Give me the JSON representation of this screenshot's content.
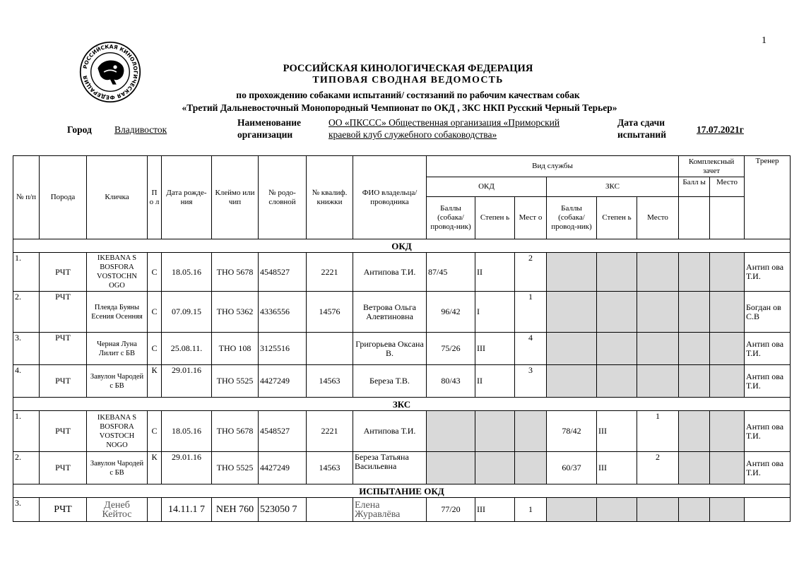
{
  "page_number": "1",
  "seal_text": "РОССИЙСКАЯ КИНОЛОГИЧЕСКАЯ ФЕДЕРАЦИЯ",
  "header": {
    "org": "РОССИЙСКАЯ КИНОЛОГИЧЕСКАЯ ФЕДЕРАЦИЯ",
    "doc_type": "ТИПОВАЯ СВОДНАЯ ВЕДОМОСТЬ",
    "subtitle": "по прохождению собаками испытаний/ состязаний по рабочим качествам собак",
    "event": "«Третий Дальневосточный Монопородный Чемпионат по ОКД , ЗКС НКП Русский Черный Терьер»"
  },
  "info": {
    "city_label": "Город",
    "city_value": "Владивосток",
    "org_label_1": "Наименование",
    "org_label_2": "организации",
    "org_value_1": "ОО «ПКССС» Общественная организация «Приморский",
    "org_value_2": "краевой клуб служебного собаководства»",
    "date_label_1": "Дата сдачи",
    "date_label_2": "испытаний",
    "date_value": "17.07.2021г"
  },
  "columns": {
    "num": "№ п/п",
    "breed": "Порода",
    "name": "Кличка",
    "sex": "П о л",
    "dob": "Дата рожде-ния",
    "brand": "Клеймо или чип",
    "pedigree": "№ родо-словной",
    "book": "№ квалиф. книжки",
    "owner": "ФИО владельца/ проводника",
    "service": "Вид службы",
    "okd": "ОКД",
    "zks": "ЗКС",
    "score": "Баллы (собака/ провод-ник)",
    "degree": "Степен ь",
    "place_okd": "Мест о",
    "place_zks": "Место",
    "complex": "Комплексный зачет",
    "complex_score": "Балл ы",
    "complex_place": "Место",
    "trainer": "Тренер"
  },
  "sections": [
    {
      "title": "ОКД",
      "kind": "okd",
      "rows": [
        {
          "num": "1.",
          "breed": "РЧТ",
          "name": "IKEBANA S BOSFORA VOSTOCHN OGO",
          "sex": "С",
          "dob": "18.05.16",
          "brand": "ТНО 5678",
          "pedigree": "4548527",
          "book": "2221",
          "owner": "Антипова Т.И.",
          "score": "87/45",
          "degree": "II",
          "place": "2",
          "trainer": "Антип ова Т.И."
        },
        {
          "num": "2.",
          "breed": "РЧТ",
          "name": "Плеяда Буяны Есения Осенняя",
          "sex": "С",
          "dob": "07.09.15",
          "brand": "ТНО 5362",
          "pedigree": "4336556",
          "book": "14576",
          "owner": "Ветрова Ольга Алевтиновна",
          "score": "96/42",
          "degree": "I",
          "place": "1",
          "trainer": "Богдан ов С.В"
        },
        {
          "num": "3.",
          "breed": "РЧТ",
          "name": "Черная Луна Лилит с БВ",
          "sex": "С",
          "dob": "25.08.11.",
          "brand": "ТНО 108",
          "pedigree": "3125516",
          "book": "",
          "owner": "Григорьева Оксана В.",
          "score": "75/26",
          "degree": "III",
          "place": "4",
          "trainer": "Антип ова Т.И."
        },
        {
          "num": "4.",
          "breed": "РЧТ",
          "name": "Завулон Чародей с БВ",
          "sex": "К",
          "dob": "29.01.16",
          "brand": "ТНО 5525",
          "pedigree": "4427249",
          "book": "14563",
          "owner": "Береза Т.В.",
          "score": "80/43",
          "degree": "II",
          "place": "3",
          "trainer": "Антип ова Т.И."
        }
      ]
    },
    {
      "title": "ЗКС",
      "kind": "zks",
      "rows": [
        {
          "num": "1.",
          "breed": "РЧТ",
          "name": "IKEBANA S BOSFORA VOSTOCH NOGO",
          "sex": "С",
          "dob": "18.05.16",
          "brand": "ТНО 5678",
          "pedigree": "4548527",
          "book": "2221",
          "owner": "Антипова Т.И.",
          "score": "78/42",
          "degree": "III",
          "place": "1",
          "trainer": "Антип ова Т.И."
        },
        {
          "num": "2.",
          "breed": "РЧТ",
          "name": "Завулон Чародей с БВ",
          "sex": "К",
          "dob": "29.01.16",
          "brand": "ТНО 5525",
          "pedigree": "4427249",
          "book": "14563",
          "owner": "Береза Татьяна Васильевна",
          "score": "60/37",
          "degree": "III",
          "place": "2",
          "trainer": "Антип ова Т.И."
        }
      ]
    },
    {
      "title": "ИСПЫТАНИЕ ОКД",
      "kind": "test",
      "rows": [
        {
          "num": "3.",
          "breed": "РЧТ",
          "name": "Денеб Кейтос",
          "sex": "",
          "dob": "14.11.1 7",
          "brand": "NEH 760",
          "pedigree": "523050 7",
          "book": "",
          "owner": "Елена Журавлёва",
          "score": "77/20",
          "degree": "III",
          "place": "1",
          "trainer": ""
        }
      ]
    }
  ]
}
